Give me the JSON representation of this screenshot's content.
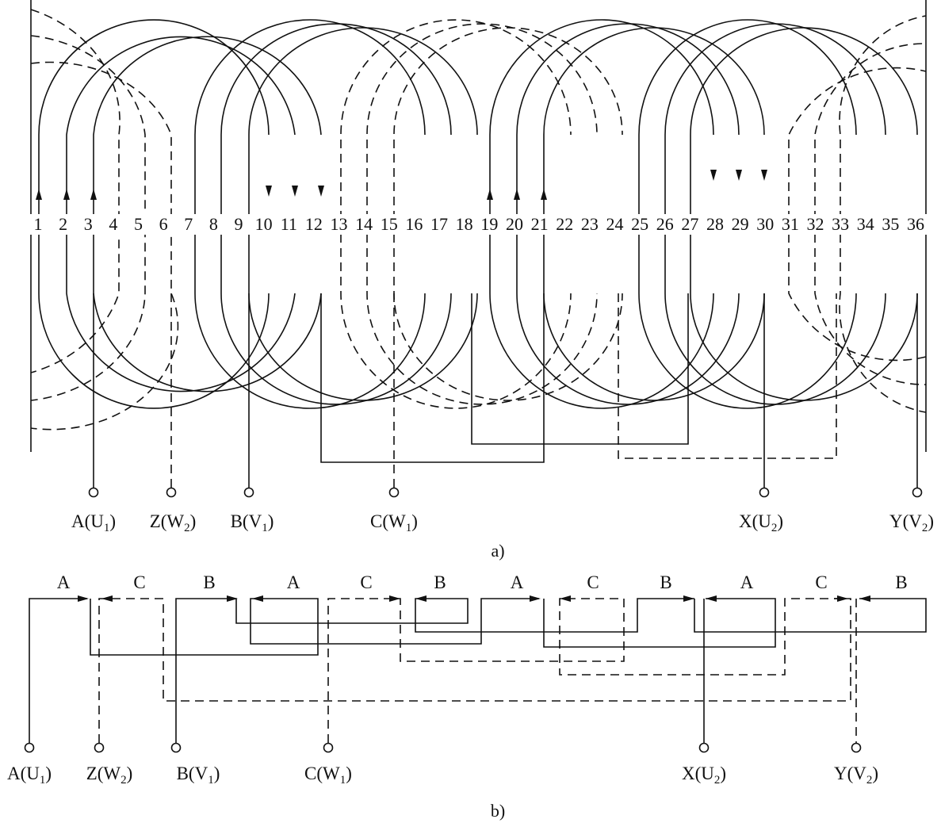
{
  "diagram_a": {
    "caption": "a)",
    "slots": [
      "1",
      "2",
      "3",
      "4",
      "5",
      "6",
      "7",
      "8",
      "9",
      "10",
      "11",
      "12",
      "13",
      "14",
      "15",
      "16",
      "17",
      "18",
      "19",
      "20",
      "21",
      "22",
      "23",
      "24",
      "25",
      "26",
      "27",
      "28",
      "29",
      "30",
      "31",
      "32",
      "33",
      "34",
      "35",
      "36"
    ],
    "terminals": [
      {
        "label": "A(U",
        "sub": "1",
        "close": ")"
      },
      {
        "label": "Z(W",
        "sub": "2",
        "close": ")"
      },
      {
        "label": "B(V",
        "sub": "1",
        "close": ")"
      },
      {
        "label": "C(W",
        "sub": "1",
        "close": ")"
      },
      {
        "label": "X(U",
        "sub": "2",
        "close": ")"
      },
      {
        "label": "Y(V",
        "sub": "2",
        "close": ")"
      }
    ]
  },
  "diagram_b": {
    "caption": "b)",
    "groups": [
      "A",
      "C",
      "B",
      "A",
      "C",
      "B",
      "A",
      "C",
      "B",
      "A",
      "C",
      "B"
    ],
    "terminals": [
      {
        "label": "A(U",
        "sub": "1",
        "close": ")"
      },
      {
        "label": "Z(W",
        "sub": "2",
        "close": ")"
      },
      {
        "label": "B(V",
        "sub": "1",
        "close": ")"
      },
      {
        "label": "C(W",
        "sub": "1",
        "close": ")"
      },
      {
        "label": "X(U",
        "sub": "2",
        "close": ")"
      },
      {
        "label": "Y(V",
        "sub": "2",
        "close": ")"
      }
    ]
  }
}
